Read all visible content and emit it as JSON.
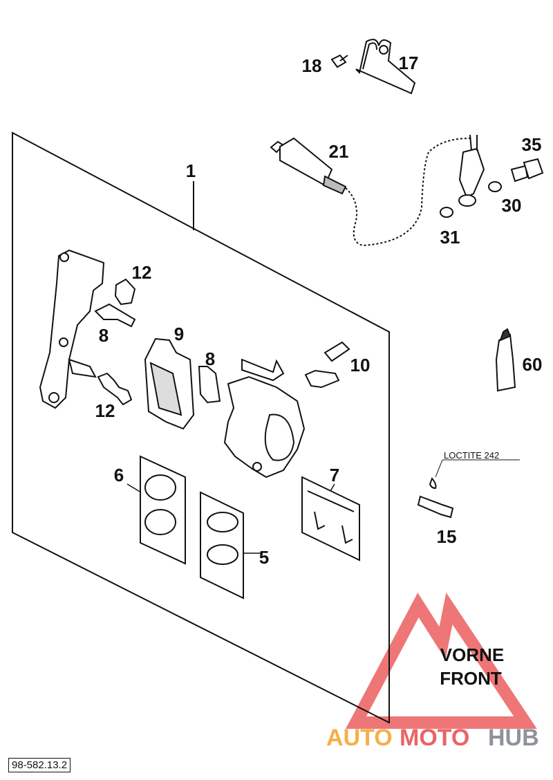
{
  "diagram": {
    "part_numbers": {
      "p1": "1",
      "p5": "5",
      "p6": "6",
      "p7": "7",
      "p8a": "8",
      "p8b": "8",
      "p9": "9",
      "p10": "10",
      "p12a": "12",
      "p12b": "12",
      "p15": "15",
      "p17": "17",
      "p18": "18",
      "p21": "21",
      "p30": "30",
      "p31": "31",
      "p35": "35",
      "p60": "60"
    },
    "loctite_label": "LOCTITE 242",
    "direction_line1": "VORNE",
    "direction_line2": "FRONT",
    "reference_code": "98-582.13.2"
  },
  "watermark": {
    "part1": "AUTO",
    "part2": "MOTO",
    "part3": "HUB",
    "color_orange": "#f4a22a",
    "color_red": "#e8484a",
    "color_gray": "#7a7f8a"
  }
}
